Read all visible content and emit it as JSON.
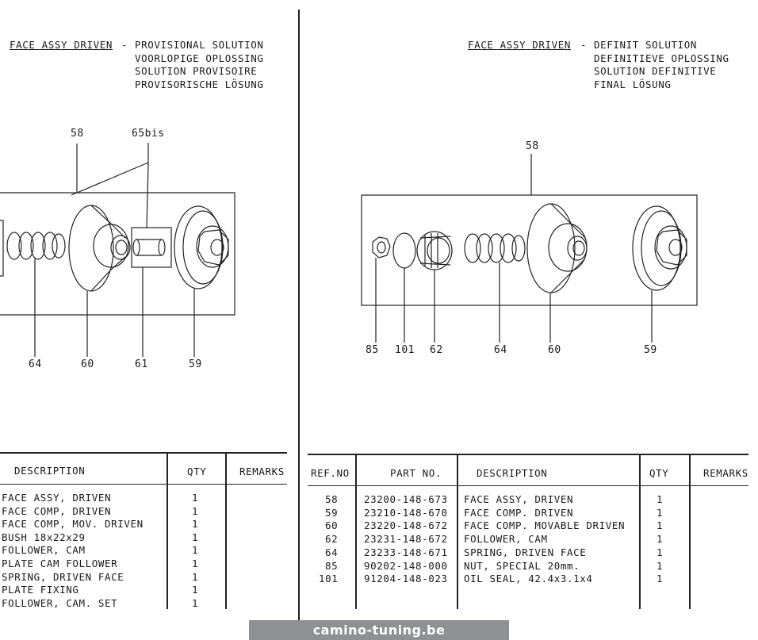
{
  "left": {
    "title": "FACE ASSY DRIVEN",
    "dash": "-",
    "subtitle_lines": [
      "PROVISIONAL SOLUTION",
      "VOORLOPIGE OPLOSSING",
      "SOLUTION PROVISOIRE",
      "PROVISORISCHE LÖSUNG"
    ],
    "callouts": {
      "c58": "58",
      "c65bis": "65bis",
      "c64": "64",
      "c60": "60",
      "c61": "61",
      "c59": "59"
    },
    "table": {
      "headers": {
        "description": "DESCRIPTION",
        "qty": "QTY",
        "remarks": "REMARKS"
      },
      "rows": [
        {
          "description": "FACE ASSY, DRIVEN",
          "qty": "1"
        },
        {
          "description": "FACE COMP, DRIVEN",
          "qty": "1"
        },
        {
          "description": "FACE COMP, MOV. DRIVEN",
          "qty": "1"
        },
        {
          "description": "BUSH 18x22x29",
          "qty": "1"
        },
        {
          "description": "FOLLOWER, CAM",
          "qty": "1"
        },
        {
          "description": "PLATE CAM FOLLOWER",
          "qty": "1"
        },
        {
          "description": "SPRING, DRIVEN FACE",
          "qty": "1"
        },
        {
          "description": "PLATE FIXING",
          "qty": "1"
        },
        {
          "description": "FOLLOWER, CAM. SET",
          "qty": "1"
        }
      ]
    }
  },
  "right": {
    "title": "FACE ASSY DRIVEN",
    "dash": "-",
    "subtitle_lines": [
      "DEFINIT SOLUTION",
      "DEFINITIEVE OPLOSSING",
      "SOLUTION DEFINITIVE",
      "FINAL LÖSUNG"
    ],
    "callouts": {
      "c58": "58",
      "c85": "85",
      "c101": "101",
      "c62": "62",
      "c64": "64",
      "c60": "60",
      "c59": "59"
    },
    "table": {
      "headers": {
        "ref": "REF.NO",
        "part": "PART NO.",
        "description": "DESCRIPTION",
        "qty": "QTY",
        "remarks": "REMARKS"
      },
      "rows": [
        {
          "ref": "58",
          "part": "23200-148-673",
          "description": "FACE ASSY, DRIVEN",
          "qty": "1"
        },
        {
          "ref": "59",
          "part": "23210-148-670",
          "description": "FACE COMP. DRIVEN",
          "qty": "1"
        },
        {
          "ref": "60",
          "part": "23220-148-672",
          "description": "FACE COMP. MOVABLE DRIVEN",
          "qty": "1"
        },
        {
          "ref": "62",
          "part": "23231-148-672",
          "description": "FOLLOWER, CAM",
          "qty": "1"
        },
        {
          "ref": "64",
          "part": "23233-148-671",
          "description": "SPRING, DRIVEN FACE",
          "qty": "1"
        },
        {
          "ref": "85",
          "part": "90202-148-000",
          "description": "NUT, SPECIAL 20mm.",
          "qty": "1"
        },
        {
          "ref": "101",
          "part": "91204-148-023",
          "description": "OIL SEAL, 42.4x3.1x4",
          "qty": "1"
        }
      ]
    }
  },
  "watermark": "camino-tuning.be"
}
